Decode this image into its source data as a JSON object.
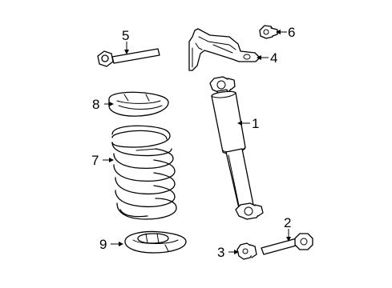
{
  "diagram": {
    "callouts": [
      {
        "id": "1",
        "label": "1",
        "part": "shock-absorber"
      },
      {
        "id": "2",
        "label": "2",
        "part": "lower-bolt"
      },
      {
        "id": "3",
        "label": "3",
        "part": "nut"
      },
      {
        "id": "4",
        "label": "4",
        "part": "upper-bracket"
      },
      {
        "id": "5",
        "label": "5",
        "part": "upper-bolt"
      },
      {
        "id": "6",
        "label": "6",
        "part": "upper-nut"
      },
      {
        "id": "7",
        "label": "7",
        "part": "coil-spring"
      },
      {
        "id": "8",
        "label": "8",
        "part": "upper-insulator"
      },
      {
        "id": "9",
        "label": "9",
        "part": "lower-insulator"
      }
    ],
    "colors": {
      "line": "#000000",
      "background": "#ffffff"
    }
  }
}
